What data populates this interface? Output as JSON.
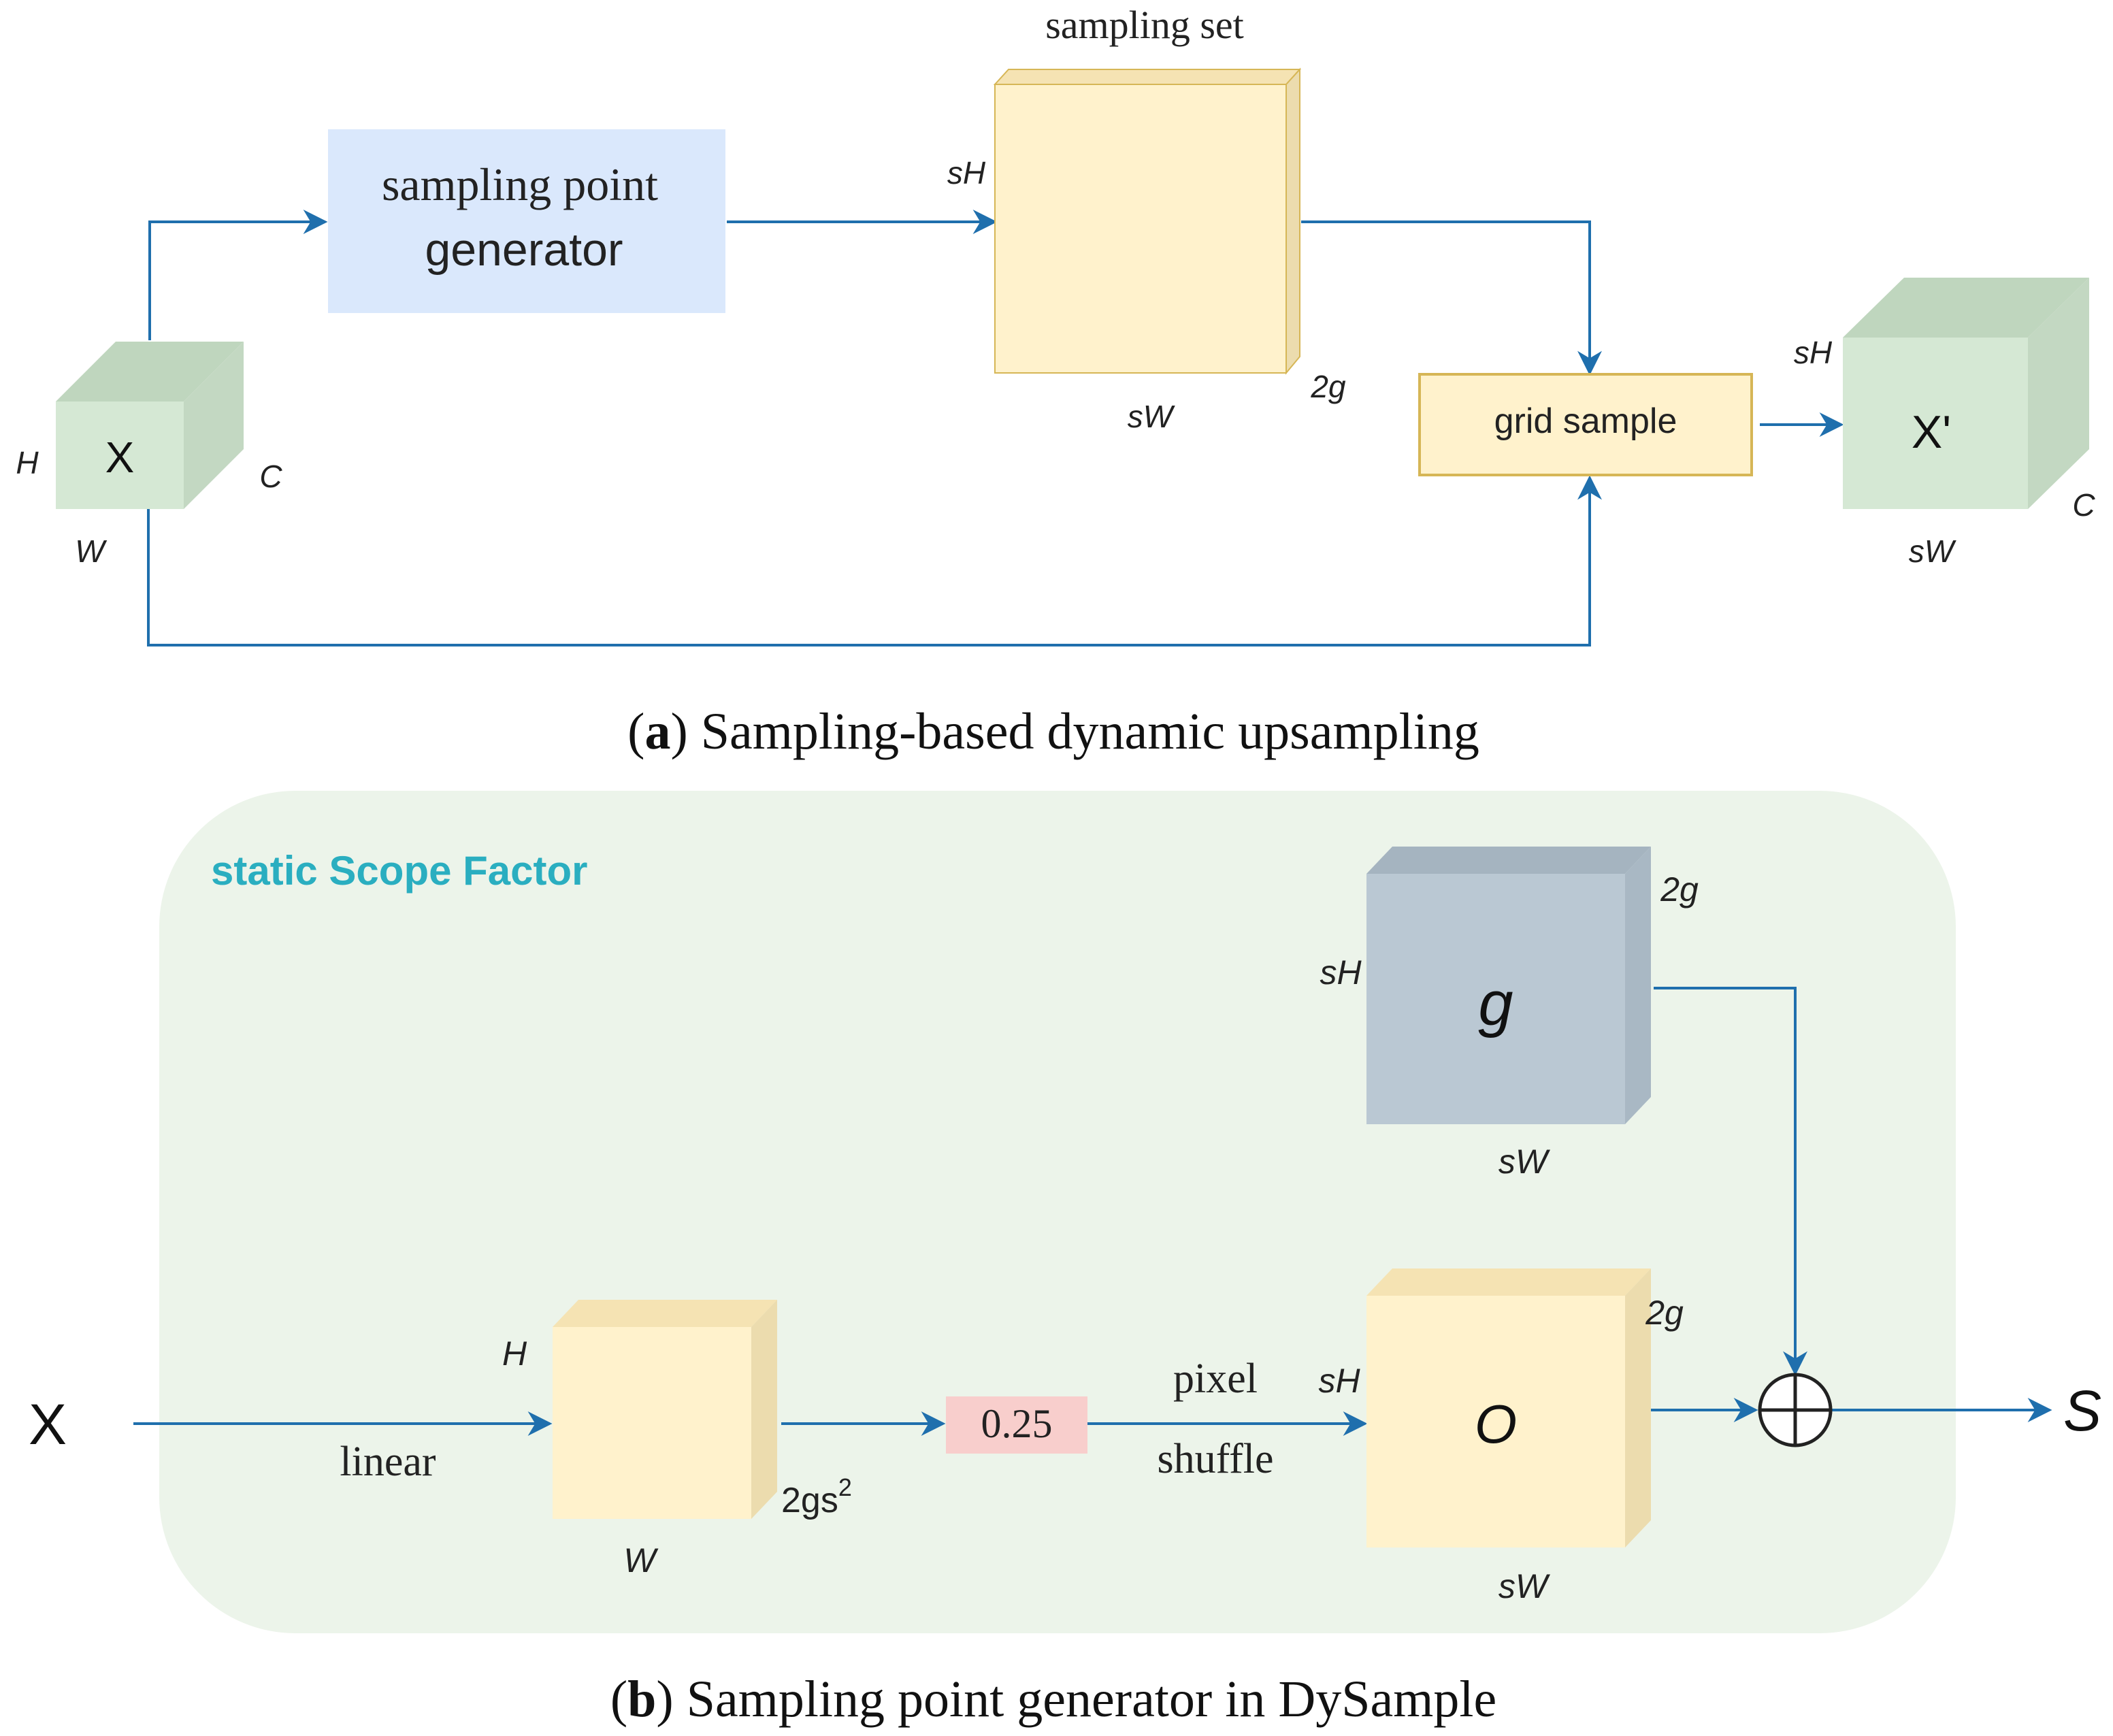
{
  "panel_a": {
    "caption_letter": "a",
    "caption_text": ") Sampling-based dynamic upsampling",
    "input_cube": {
      "label": "X",
      "h": "H",
      "w": "W",
      "c": "C"
    },
    "generator": {
      "line1": "sampling point",
      "line2": "generator"
    },
    "sampling_set": {
      "title": "sampling set",
      "h": "sH",
      "w": "sW",
      "c": "2g"
    },
    "grid_sample": {
      "label": "grid sample"
    },
    "output_cube": {
      "label": "X'",
      "h": "sH",
      "w": "sW",
      "c": "C"
    }
  },
  "panel_b": {
    "caption_letter": "b",
    "caption_text": ") Sampling point generator in DySample",
    "region_title": "static Scope Factor",
    "input_label": "X",
    "linear_label": "linear",
    "mid_cube": {
      "h": "H",
      "w": "W",
      "c_base": "2gs",
      "c_sup": "2"
    },
    "factor": "0.25",
    "pixel_shuffle": {
      "line1": "pixel",
      "line2": "shuffle"
    },
    "g_cube": {
      "label": "g",
      "h": "sH",
      "w": "sW",
      "c": "2g"
    },
    "o_cube": {
      "label": "O",
      "h": "sH",
      "w": "sW",
      "c": "2g"
    },
    "output_label": "S"
  },
  "colors": {
    "arrow": "#1f6fad",
    "cube_green_front": "#d5e8d4",
    "cube_green_top": "#bfd6be",
    "cube_green_side": "#c3d8c2",
    "generator_fill": "#dae8fc",
    "cube_yellow_front": "#fff2cc",
    "cube_yellow_top": "#f5e3b3",
    "cube_yellow_side": "#ecdcae",
    "grid_sample_fill": "#fff2cc",
    "grid_sample_stroke": "#d6b656",
    "region_fill": "#ecf4ea",
    "title_teal": "#2aaec0",
    "cube_gray_front": "#bac8d3",
    "cube_gray_top": "#a5b4c0",
    "cube_gray_side": "#a9b8c4",
    "factor_fill": "#f8cecc"
  }
}
